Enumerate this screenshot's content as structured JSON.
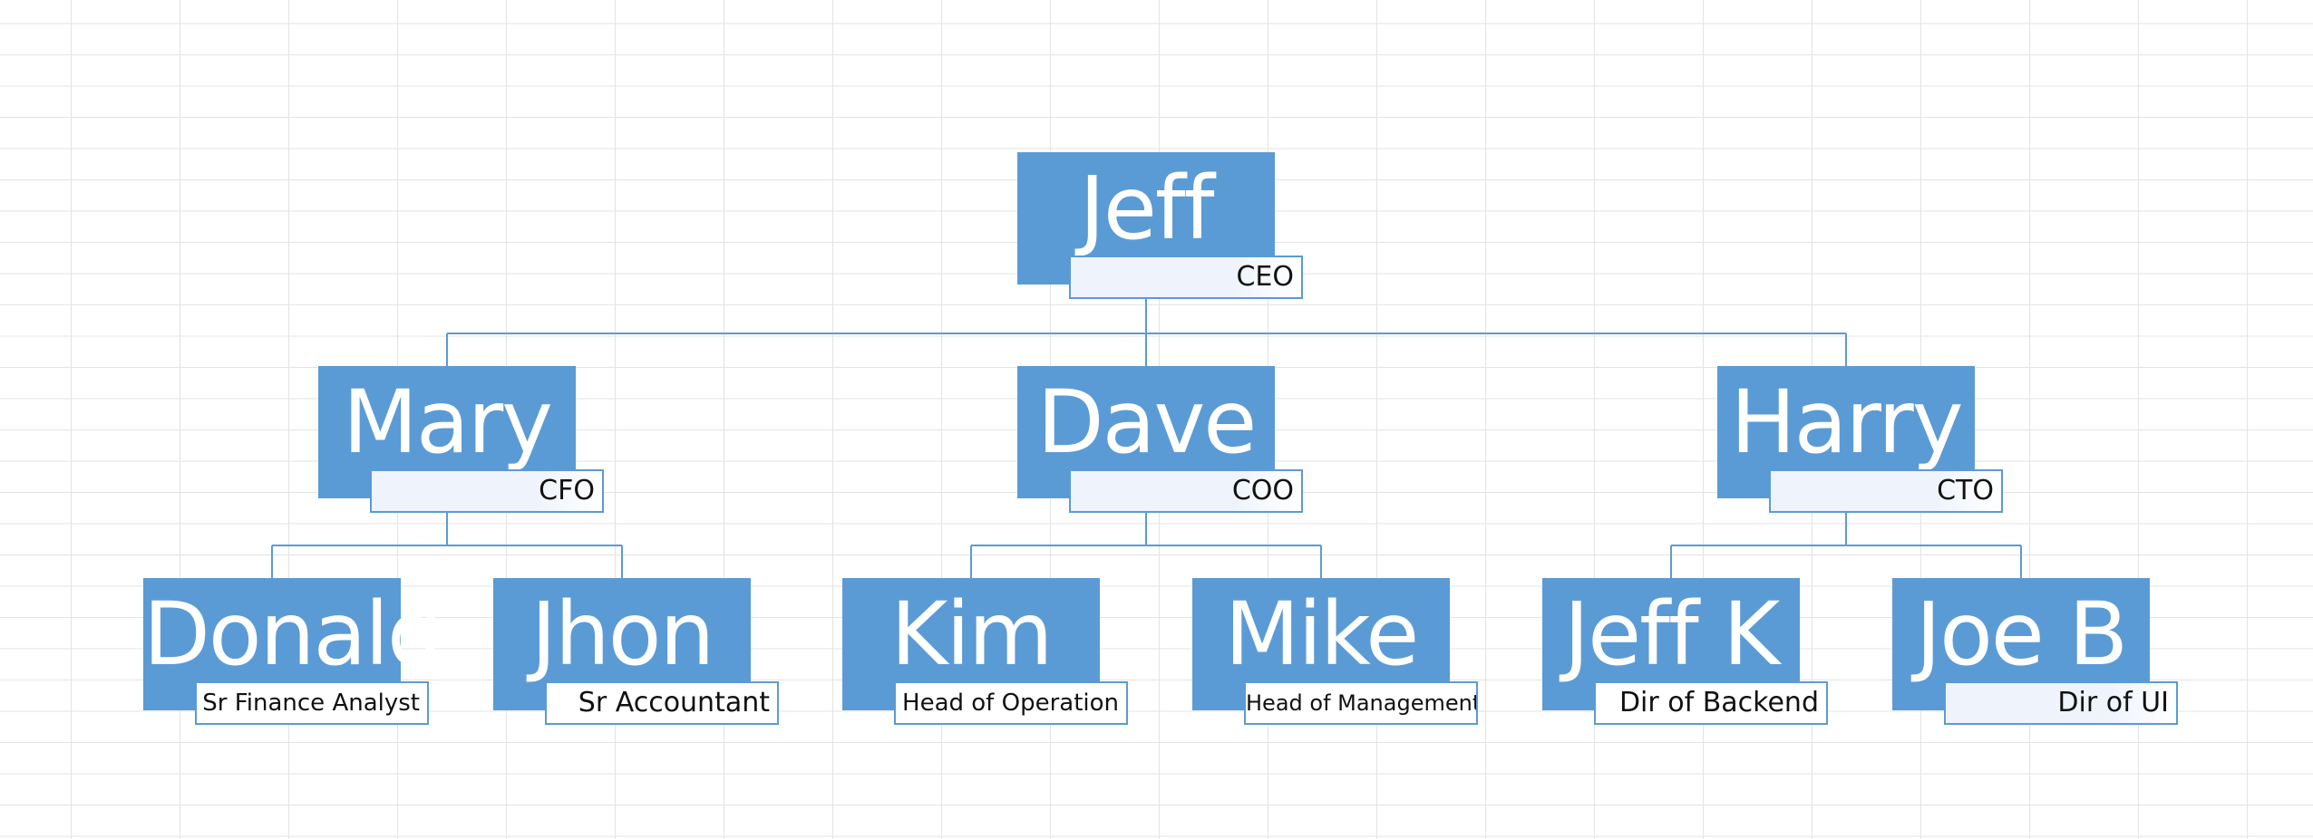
{
  "chart": {
    "root": {
      "name": "Jeff",
      "role": "CEO"
    },
    "level2": [
      {
        "name": "Mary",
        "role": "CFO"
      },
      {
        "name": "Dave",
        "role": "COO"
      },
      {
        "name": "Harry",
        "role": "CTO"
      }
    ],
    "level3": [
      {
        "name": "Donald",
        "role": "Sr Finance Analyst"
      },
      {
        "name": "Jhon",
        "role": "Sr Accountant"
      },
      {
        "name": "Kim",
        "role": "Head of Operation"
      },
      {
        "name": "Mike",
        "role": "Head of Management"
      },
      {
        "name": "Jeff K",
        "role": "Dir of Backend"
      },
      {
        "name": "Joe B",
        "role": "Dir of UI"
      }
    ]
  },
  "colors": {
    "node_fill": "#5b9bd5",
    "line": "#5b9bd5",
    "role_tint": "#eef3fc",
    "grid": "#e3e3e3"
  }
}
